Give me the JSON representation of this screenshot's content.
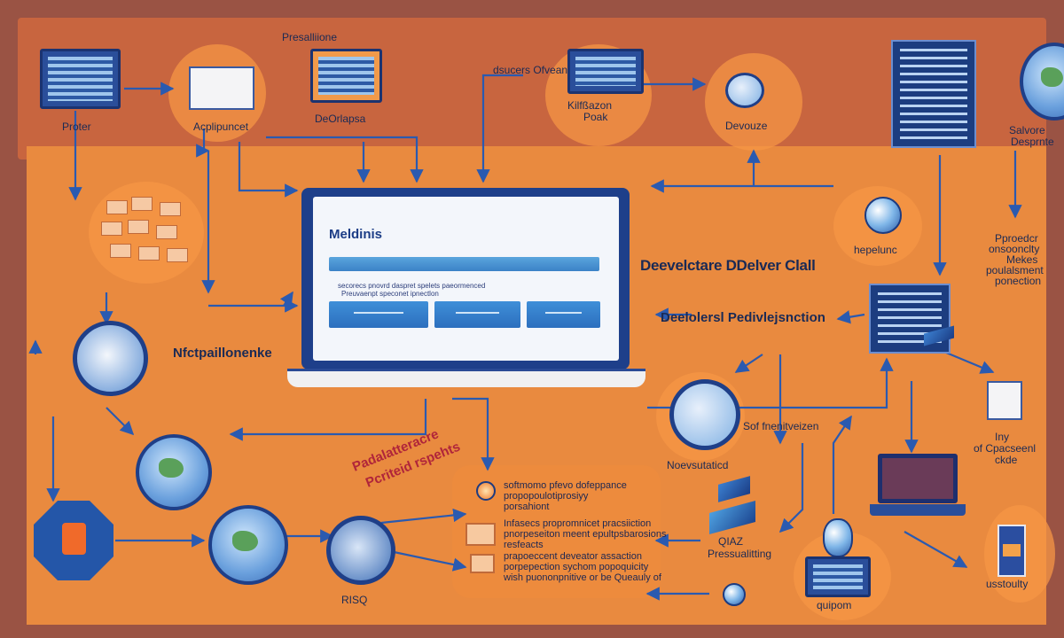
{
  "labels": {
    "top_center": "Presalliione",
    "top_left": "Proter",
    "application": "Acplipuncet",
    "display": "DeOrlapsa",
    "discover": "dsucers Ofveant",
    "kilbazon_1": "Kilfßazon",
    "kilbazon_2": "Poak",
    "devouze": "Devouze",
    "salvore_1": "Salvore",
    "salvore_2": "Desprnte",
    "helpline": "hepelunc",
    "provider_1": "Pproedcr",
    "provider_2": "onsoonclty",
    "provider_3": "Mekes",
    "provider_4": "poulalsment",
    "provider_5": "ponection",
    "dev_clall": "Deevelctare DDelver Clall",
    "dev_perf": "Deelolersl Pedivlejsnction",
    "netpal": "Nfctpaillonenke",
    "soft": "Sof fnenitveizen",
    "noev": "Noevsutaticd",
    "iny_1": "Iny",
    "iny_2": "of Cpacseenl",
    "iny_3": "ckde",
    "diag_1": "Padalatteracre",
    "diag_2": "Pcriteid rspehts",
    "qiaz_1": "QIAZ",
    "qiaz_2": "Pressualitting",
    "risq": "RISQ",
    "quipom": "quipom",
    "usstouilty": "usstoulty",
    "para_1": "softmomo pfevo dofeppance\npropopoulotiprosiyy\nporsahiont",
    "para_2": "Infasecs propromnicet pracsiiction\npnorpeseiton meent epultpsbarosions\nresfeacts",
    "para_3": "prapoeccent deveator assaction\nporpepection sychom popoquicity\nwish puononpnitive or be Queauly of"
  },
  "screen": {
    "title": "Meldinis",
    "line_1": "secorecs pnovrd daspret spelets paeormenced",
    "line_2": "Preuvaenpt speconet ipnectlon"
  },
  "colors": {
    "background": "#e98a3f",
    "accent": "#2a5ab0",
    "frame": "#9a5344",
    "text": "#1a2a55"
  }
}
